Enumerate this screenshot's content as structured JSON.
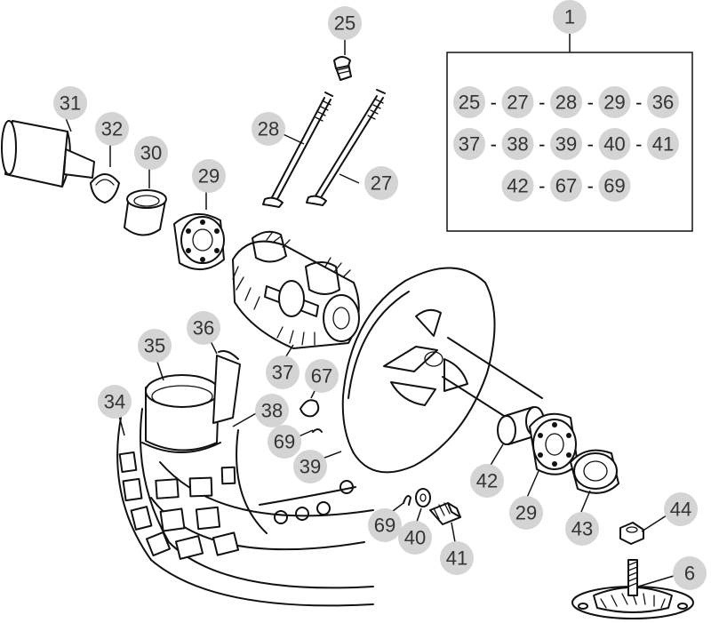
{
  "callouts": {
    "c1": "1",
    "c25": "25",
    "c31": "31",
    "c32": "32",
    "c28": "28",
    "c27": "27",
    "c30": "30",
    "c29a": "29",
    "c35": "35",
    "c36": "36",
    "c34": "34",
    "c37": "37",
    "c67": "67",
    "c38": "38",
    "c69a": "69",
    "c39": "39",
    "c42": "42",
    "c29b": "29",
    "c43": "43",
    "c69b": "69",
    "c40": "40",
    "c41": "41",
    "c44": "44",
    "c6": "6"
  },
  "kit_box": {
    "rows": [
      [
        "25",
        "27",
        "28",
        "29",
        "36"
      ],
      [
        "37",
        "38",
        "39",
        "40",
        "41"
      ],
      [
        "42",
        "67",
        "69"
      ]
    ],
    "separator": "-"
  }
}
